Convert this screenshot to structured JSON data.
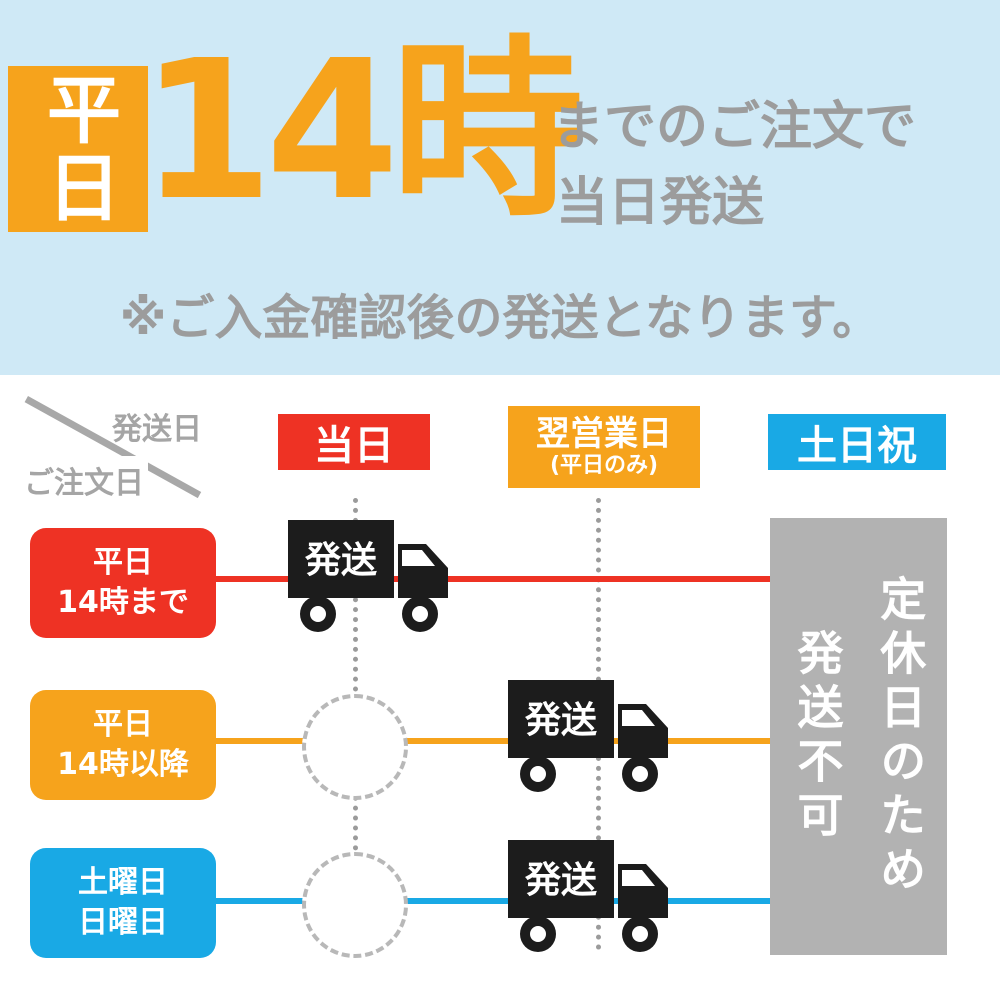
{
  "banner": {
    "weekday_badge": "平日",
    "big_time": "14時",
    "order_deadline": "までのご注文で",
    "same_day_shipping": "当日発送",
    "payment_note": "※ご入金確認後の発送となります。"
  },
  "schedule": {
    "corner": {
      "shipping_date": "発送日",
      "order_date": "ご注文日"
    },
    "columns": [
      {
        "label": "当日"
      },
      {
        "label": "翌営業日",
        "sublabel": "(平日のみ)"
      },
      {
        "label": "土日祝"
      }
    ],
    "rows": [
      {
        "line1": "平日",
        "line2": "14時まで"
      },
      {
        "line1": "平日",
        "line2": "14時以降"
      },
      {
        "line1": "土曜日",
        "line2": "日曜日"
      }
    ],
    "ship_label": "発送",
    "closed_notice": {
      "line1": "定休日のため",
      "line2": "発送不可"
    }
  },
  "colors": {
    "background_light_blue": "#cfe9f6",
    "accent_orange": "#f6a31c",
    "accent_red": "#ee3224",
    "accent_blue": "#19a9e5",
    "gray_text": "#9c9c9c",
    "closed_gray": "#b2b2b2",
    "truck_black": "#1c1c1c"
  }
}
